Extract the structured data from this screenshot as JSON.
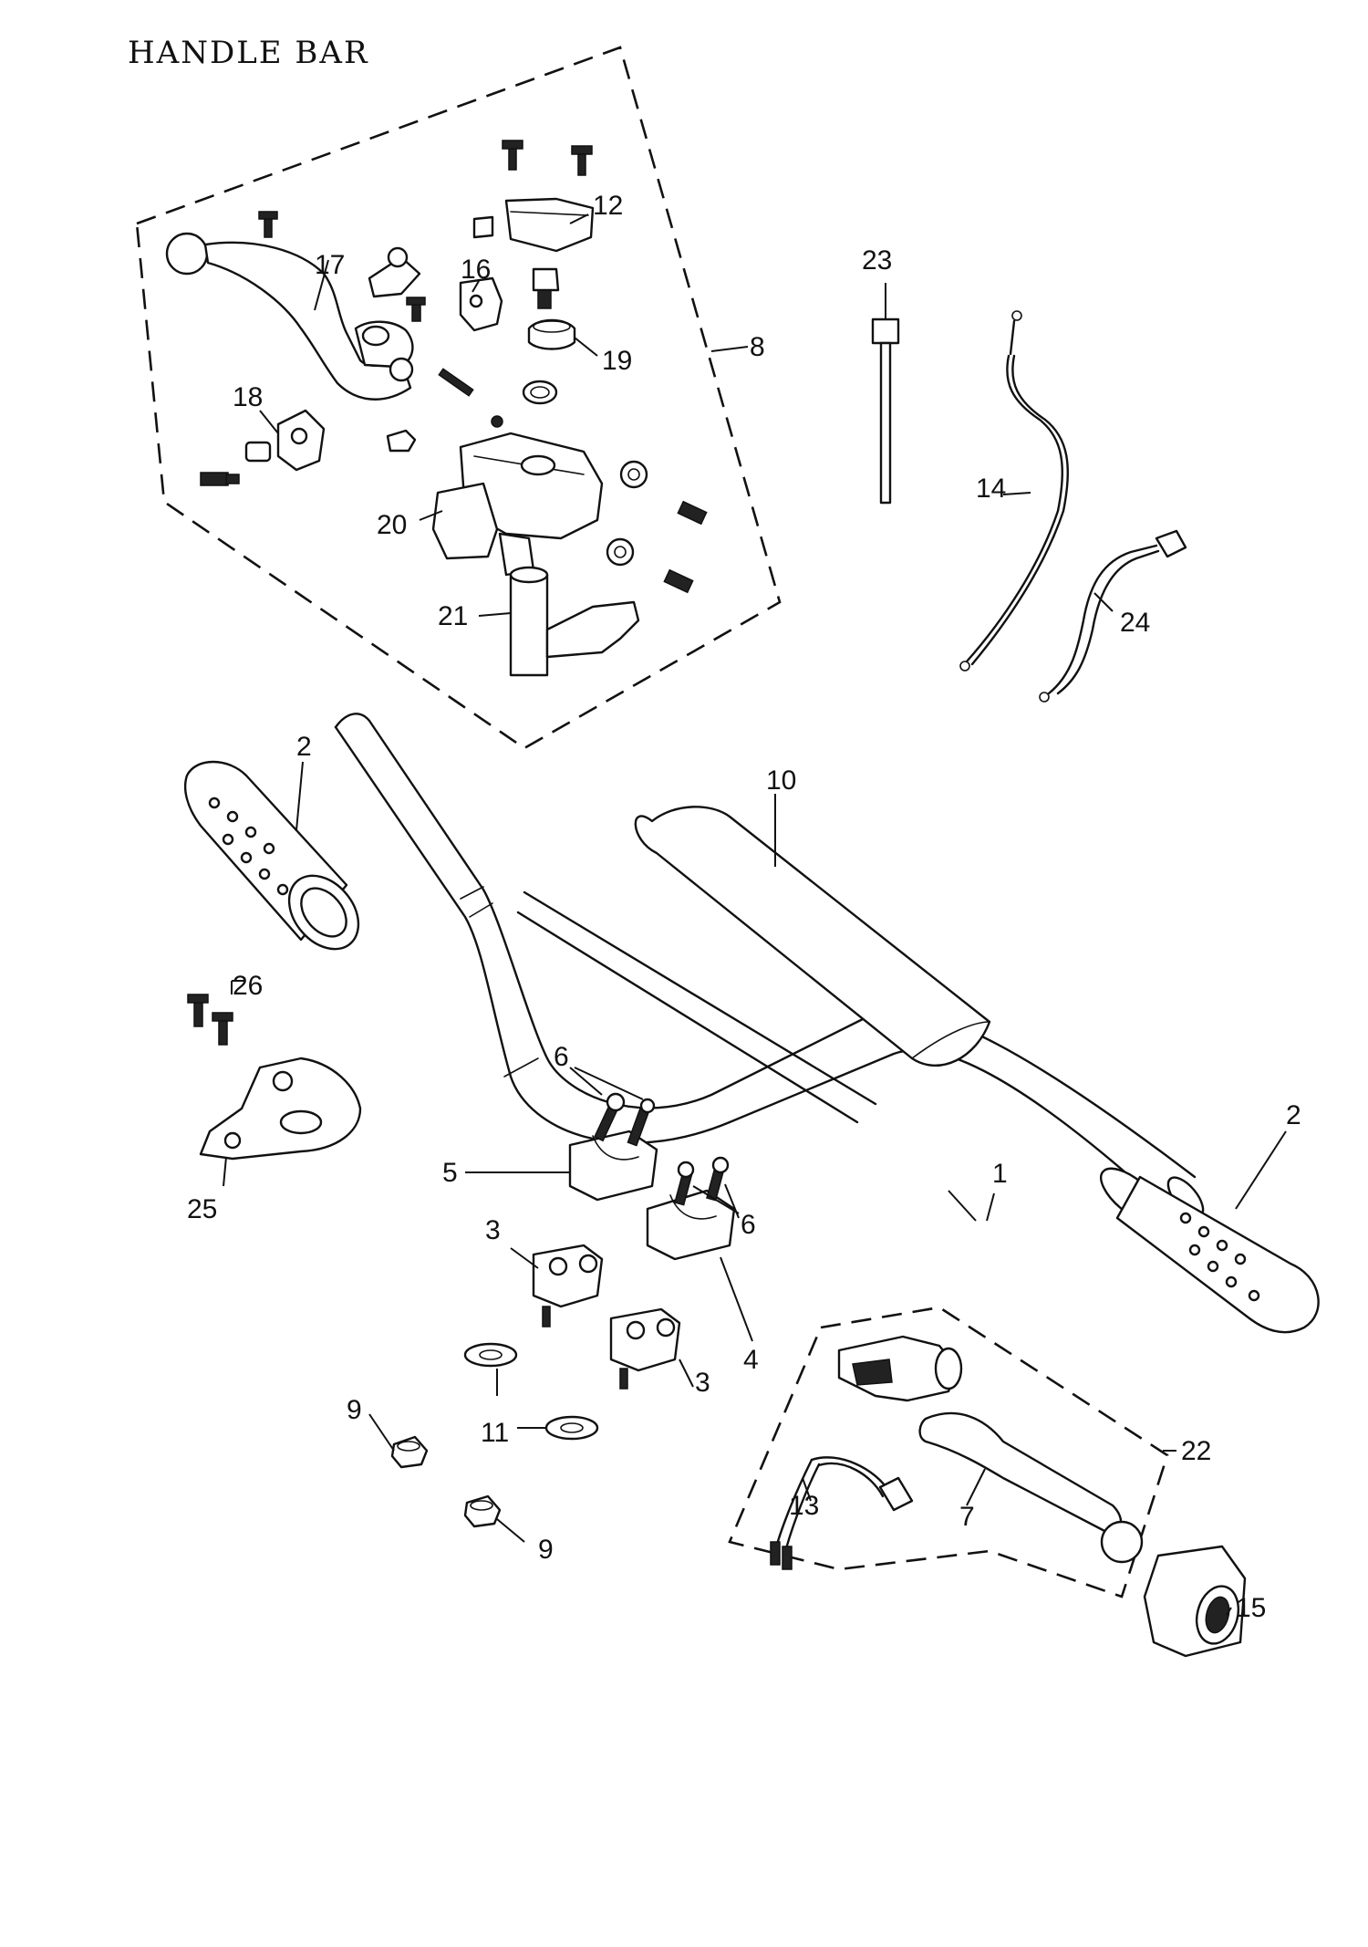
{
  "page": {
    "title": "HANDLE BAR"
  },
  "callouts": [
    {
      "id": "c1",
      "label": "1"
    },
    {
      "id": "c2a",
      "label": "2"
    },
    {
      "id": "c2b",
      "label": "2"
    },
    {
      "id": "c3a",
      "label": "3"
    },
    {
      "id": "c3b",
      "label": "3"
    },
    {
      "id": "c4",
      "label": "4"
    },
    {
      "id": "c5",
      "label": "5"
    },
    {
      "id": "c6a",
      "label": "6"
    },
    {
      "id": "c6b",
      "label": "6"
    },
    {
      "id": "c7",
      "label": "7"
    },
    {
      "id": "c8",
      "label": "8"
    },
    {
      "id": "c9a",
      "label": "9"
    },
    {
      "id": "c9b",
      "label": "9"
    },
    {
      "id": "c10",
      "label": "10"
    },
    {
      "id": "c11",
      "label": "11"
    },
    {
      "id": "c12",
      "label": "12"
    },
    {
      "id": "c13",
      "label": "13"
    },
    {
      "id": "c14",
      "label": "14"
    },
    {
      "id": "c15",
      "label": "15"
    },
    {
      "id": "c16",
      "label": "16"
    },
    {
      "id": "c17",
      "label": "17"
    },
    {
      "id": "c18",
      "label": "18"
    },
    {
      "id": "c19",
      "label": "19"
    },
    {
      "id": "c20",
      "label": "20"
    },
    {
      "id": "c21",
      "label": "21"
    },
    {
      "id": "c22",
      "label": "22"
    },
    {
      "id": "c23",
      "label": "23"
    },
    {
      "id": "c24",
      "label": "24"
    },
    {
      "id": "c25",
      "label": "25"
    },
    {
      "id": "c26",
      "label": "26"
    }
  ]
}
